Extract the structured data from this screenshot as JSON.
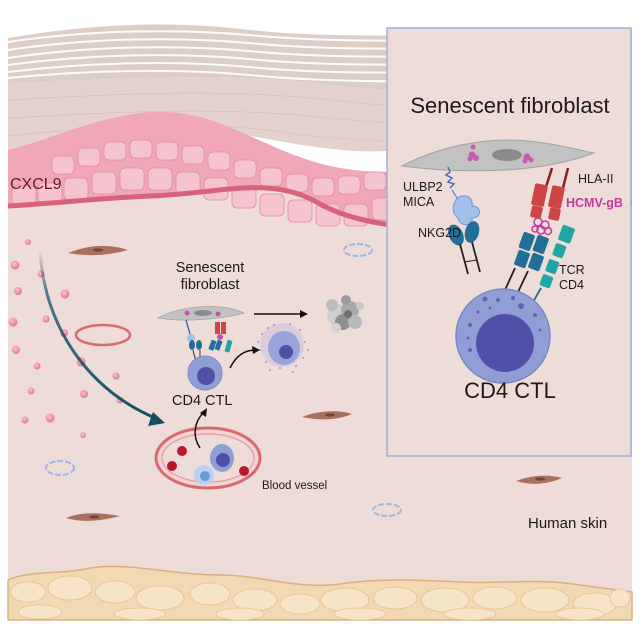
{
  "figure": {
    "type": "graphical-abstract",
    "subject": "Human skin: CD4 CTL killing of senescent fibroblasts"
  },
  "labels": {
    "chemokine": "CXCL9",
    "senescent_fibroblast_small_line1": "Senescent",
    "senescent_fibroblast_small_line2": "fibroblast",
    "cd4_ctl_small": "CD4 CTL",
    "blood_vessel": "Blood vessel",
    "tissue": "Human skin"
  },
  "inset": {
    "title": "Senescent fibroblast",
    "ligand_nk_line1": "ULBP2",
    "ligand_nk_line2": "MICA",
    "mhc": "HLA-II",
    "antigen": "HCMV-gB",
    "receptor_nk": "NKG2D",
    "receptor_tcr_line1": "TCR",
    "receptor_tcr_line2": "CD4",
    "cell_label": "CD4 CTL"
  },
  "colors": {
    "dermis_bg": "#eedcd8",
    "epidermis_pink": "#f0a7b8",
    "epidermis_basal_line": "#d8627c",
    "stratum_corneum": "#dcccc6",
    "subcutaneous_fat": "#f1d9b4",
    "fat_outline": "#d9b07f",
    "inset_border": "#9fb0dc",
    "fibroblast_grey": "#c2c2c2",
    "tcell_outer": "#8f9fd6",
    "tcell_nucleus": "#4f51a8",
    "hla_red": "#cf4545",
    "nkg2d_blue": "#1f6f96",
    "tcr_teal": "#1fa5a5",
    "ulbp2_lightblue": "#9fc1ea",
    "antigen_magenta": "#c23a9c",
    "chemokine_pink": "#ec8aa5",
    "migration_arrow": "#0f4e63",
    "red_blood_cell": "#b8182c",
    "tissue_fibroblast_brown": "#a8705e"
  }
}
